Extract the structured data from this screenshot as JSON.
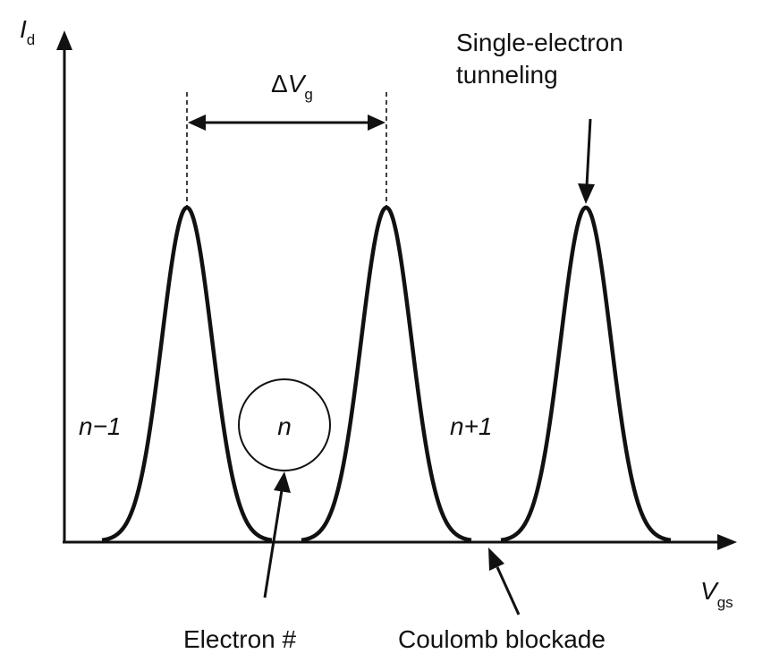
{
  "y_axis_label": {
    "main": "I",
    "sub": "d"
  },
  "x_axis_label": {
    "main": "V",
    "sub": "gs"
  },
  "delta_label": {
    "symbol": "Δ",
    "main": "V",
    "sub": "g"
  },
  "annotations": {
    "tunneling_line1": "Single-electron",
    "tunneling_line2": "tunneling",
    "electron_number": "Electron #",
    "coulomb_blockade": "Coulomb blockade"
  },
  "regions": {
    "left": "n−1",
    "center": "n",
    "right": "n+1"
  },
  "colors": {
    "stroke": "#111111",
    "background": "#ffffff"
  }
}
